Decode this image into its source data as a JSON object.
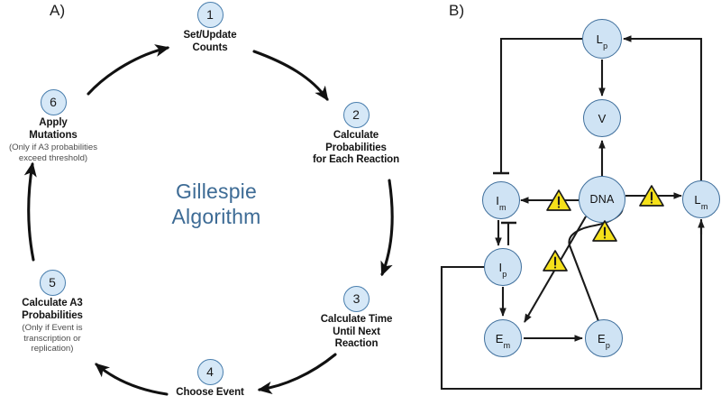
{
  "figure": {
    "panel_a_label": "A)",
    "panel_b_label": "B)"
  },
  "panel_a": {
    "center_title": "Gillespie\nAlgorithm",
    "accent_color": "#3d6b95",
    "node_fill": "#d6e8f7",
    "node_stroke": "#4a7fae",
    "steps": [
      {
        "number": "1",
        "title": "Set/Update\nCounts",
        "subtitle": ""
      },
      {
        "number": "2",
        "title": "Calculate\nProbabilities\nfor Each Reaction",
        "subtitle": ""
      },
      {
        "number": "3",
        "title": "Calculate Time\nUntil Next\nReaction",
        "subtitle": ""
      },
      {
        "number": "4",
        "title": "Choose Event",
        "subtitle": ""
      },
      {
        "number": "5",
        "title": "Calculate A3\nProbabilities",
        "subtitle": "(Only if Event is\ntranscription or\nreplication)"
      },
      {
        "number": "6",
        "title": "Apply\nMutations",
        "subtitle": "(Only if A3 probabilities\nexceed threshold)"
      }
    ]
  },
  "panel_b": {
    "node_fill": "#cfe3f4",
    "node_stroke": "#3f6f9c",
    "warning_fill": "#f5e11a",
    "warning_stroke": "#1a1a1a",
    "edge_color": "#1a1a1a",
    "nodes": [
      {
        "id": "Lp",
        "base": "L",
        "sub": "p",
        "label": "Lp"
      },
      {
        "id": "V",
        "base": "V",
        "sub": "",
        "label": "V"
      },
      {
        "id": "Im",
        "base": "I",
        "sub": "m",
        "label": "Im"
      },
      {
        "id": "DNA",
        "base": "DNA",
        "sub": "",
        "label": "DNA"
      },
      {
        "id": "Lm",
        "base": "L",
        "sub": "m",
        "label": "Lm"
      },
      {
        "id": "Ip",
        "base": "I",
        "sub": "p",
        "label": "Ip"
      },
      {
        "id": "Em",
        "base": "E",
        "sub": "m",
        "label": "Em"
      },
      {
        "id": "Ep",
        "base": "E",
        "sub": "p",
        "label": "Ep"
      }
    ],
    "warning_markers": 4,
    "warning_glyph": "!"
  }
}
